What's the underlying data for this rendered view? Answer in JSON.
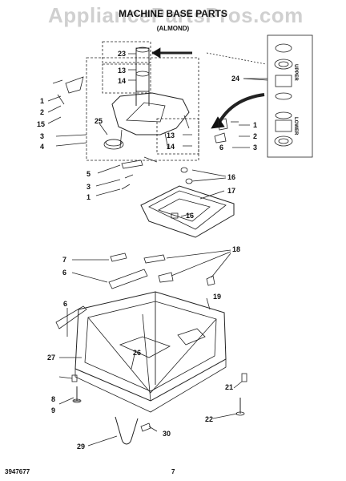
{
  "watermark": "AppliancePartsPros.com",
  "header": {
    "title": "MACHINE BASE PARTS",
    "subtitle": "(ALMOND)"
  },
  "inset_labels": {
    "upper": "UPPER",
    "lower": "LOWER"
  },
  "callouts": {
    "c23": "23",
    "c13a": "13",
    "c14a": "14",
    "c24": "24",
    "c1a": "1",
    "c2a": "2",
    "c15": "15",
    "c3a": "3",
    "c4": "4",
    "c25": "25",
    "c13b": "13",
    "c14b": "14",
    "c1b": "1",
    "c2b": "2",
    "c6a": "6",
    "c3b": "3",
    "c5": "5",
    "c3c": "3",
    "c1c": "1",
    "c16a": "16",
    "c17": "17",
    "c16b": "16",
    "c7": "7",
    "c6b": "6",
    "c18": "18",
    "c6c": "6",
    "c19": "19",
    "c26": "26",
    "c27": "27",
    "c8": "8",
    "c9": "9",
    "c21": "21",
    "c22": "22",
    "c30": "30",
    "c29": "29"
  },
  "footer": {
    "doc_number": "3947677",
    "page_number": "7"
  }
}
